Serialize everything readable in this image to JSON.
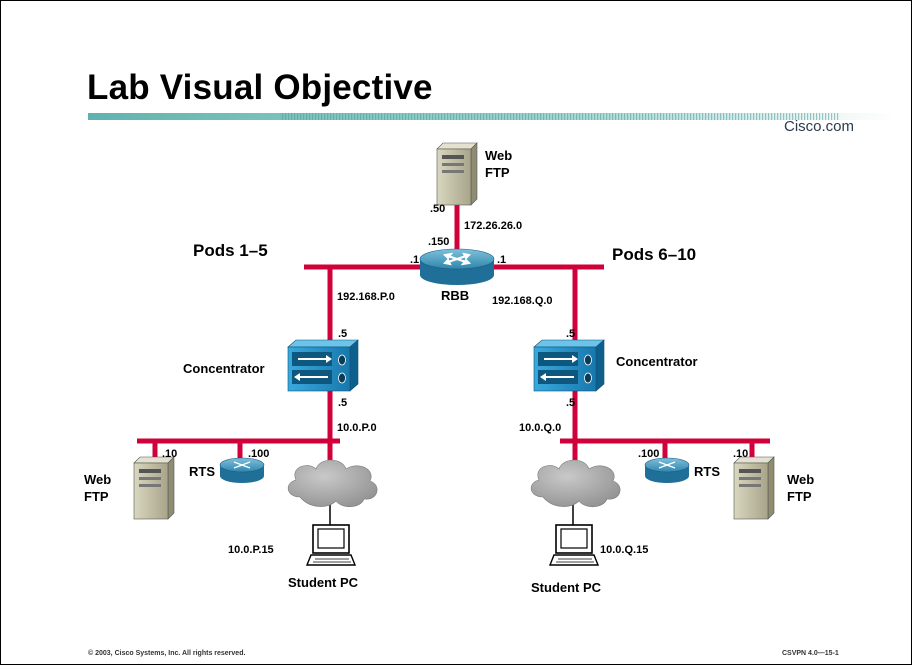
{
  "slide": {
    "title": "Lab Visual Objective",
    "brand": "Cisco.com",
    "footer_left": "© 2003, Cisco Systems, Inc. All rights reserved.",
    "footer_right": "CSVPN 4.0—15-1"
  },
  "diagram": {
    "groups": {
      "left": "Pods 1–5",
      "right": "Pods 6–10"
    },
    "nodes": {
      "top_server": "Web\nFTP",
      "rbb": "RBB",
      "conc_left": "Concentrator",
      "conc_right": "Concentrator",
      "rts_left": "RTS",
      "rts_right": "RTS",
      "server_left": "Web\nFTP",
      "server_right": "Web\nFTP",
      "pc_left": "Student PC",
      "pc_right": "Student PC"
    },
    "labels": {
      "top_host": ".50",
      "top_net": "172.26.26.0",
      "rbb_top": ".150",
      "rbb_left": ".1",
      "rbb_right": ".1",
      "net_left_upper": "192.168.P.0",
      "net_right_upper": "192.168.Q.0",
      "conc_left_top": ".5",
      "conc_left_bottom": ".5",
      "conc_right_top": ".5",
      "conc_right_bottom": ".5",
      "net_left_lower": "10.0.P.0",
      "net_right_lower": "10.0.Q.0",
      "server_left_host": ".10",
      "rts_left_host": ".100",
      "rts_right_host": ".100",
      "server_right_host": ".10",
      "pc_left_ip": "10.0.P.15",
      "pc_right_ip": "10.0.Q.15"
    }
  },
  "colors": {
    "link": "#d0003a",
    "router": "#2a7fa6",
    "concentrator": "#1e8fc9",
    "server": "#c3c0a3",
    "cloud": "#9a9a9a",
    "header_band": "#7bc1bd"
  }
}
